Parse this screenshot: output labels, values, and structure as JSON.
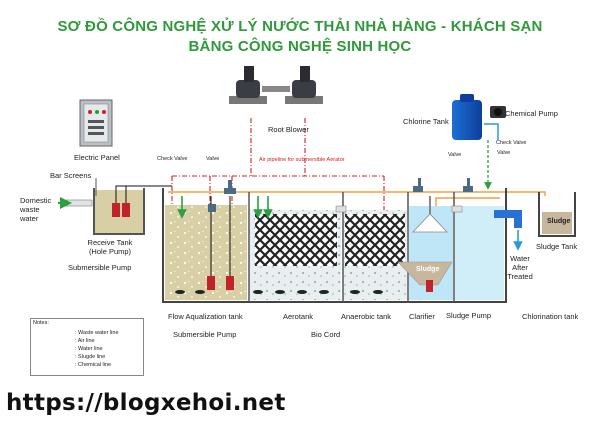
{
  "title": {
    "line1": "SƠ ĐỒ CÔNG NGHỆ XỬ LÝ NƯỚC THẢI NHÀ HÀNG - KHÁCH SẠN",
    "line2": "BẰNG CÔNG NGHỆ SINH HỌC"
  },
  "labels": {
    "electric_panel": "Electric Panel",
    "root_blower": "Root Blower",
    "chlorine_tank": "Chlorine Tank",
    "chemical_pump": "Chemical Pump",
    "check_valve_left": "Check Valve",
    "valve_left": "Valve",
    "air_pipeline": "Air pipeline for submersible Aerator",
    "bar_screens": "Bar Screens",
    "domestic_waste_water": "Domestic waste water",
    "receive_tank": "Receive Tank (Hole Pump)",
    "submersible_pump_1": "Submersible Pump",
    "valve_right": "Valve",
    "check_valve_right": "Check Valve",
    "valve_right_2": "Valve",
    "sludge_tank_box": "Sludge",
    "sludge_tank": "Sludge Tank",
    "sludge_clarifier": "Sludge",
    "water_after_treated": "Water After Treated",
    "flow_aqualization_tank": "Flow Aqualization tank",
    "submersible_pump_2": "Submersible Pump",
    "aerotank": "Aerotank",
    "anaerobic_tank": "Anaerobic tank",
    "bio_cord": "Bio Cord",
    "clarifier": "Clarifier",
    "sludge_pump": "Sludge Pump",
    "chlorination_tank": "Chlorination tank"
  },
  "notes": {
    "title": "Notes:",
    "items": [
      {
        "label": ": Waste water line",
        "color": "#111111",
        "style": "solid"
      },
      {
        "label": ": Air line",
        "color": "#d42020",
        "style": "dashdot"
      },
      {
        "label": ": Water line",
        "color": "#2a9ad6",
        "style": "arrow"
      },
      {
        "label": ": Slugde line",
        "color": "#f0a040",
        "style": "solid"
      },
      {
        "label": ": Chemical line",
        "color": "#2aa040",
        "style": "dashed"
      }
    ]
  },
  "watermark": "https://blogxehoi.net",
  "colors": {
    "title": "#2e9a3a",
    "water": "#bfe6f6",
    "flow_water": "#d8cfa6",
    "sludge": "#c8b79c",
    "air": "#d42020",
    "sludge_line": "#f0a040",
    "chemical": "#2aa040",
    "arrow_water": "#2a9ad6"
  }
}
